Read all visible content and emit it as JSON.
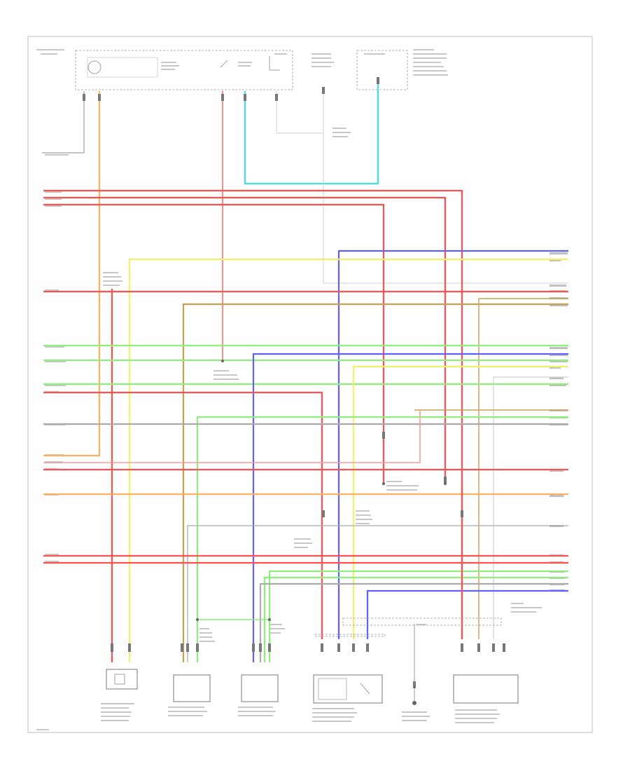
{
  "diagram": {
    "footer_code": "",
    "top_left_label": "",
    "instrument_cluster_items": [],
    "components": [
      {
        "id": "a",
        "caption": ""
      },
      {
        "id": "b",
        "caption": ""
      },
      {
        "id": "c",
        "caption": ""
      },
      {
        "id": "d",
        "caption": ""
      },
      {
        "id": "e",
        "caption": ""
      },
      {
        "id": "f",
        "caption": ""
      }
    ]
  },
  "colors": {
    "red": "#ff5050",
    "light_red": "#ff9a9a",
    "orange": "#ffb060",
    "cyan": "#40e0e8",
    "yellow": "#f2ef6a",
    "tan": "#c8a050",
    "green": "#8cf07a",
    "blue": "#6060ff",
    "gray": "#aaaaaa",
    "black": "#333333"
  }
}
